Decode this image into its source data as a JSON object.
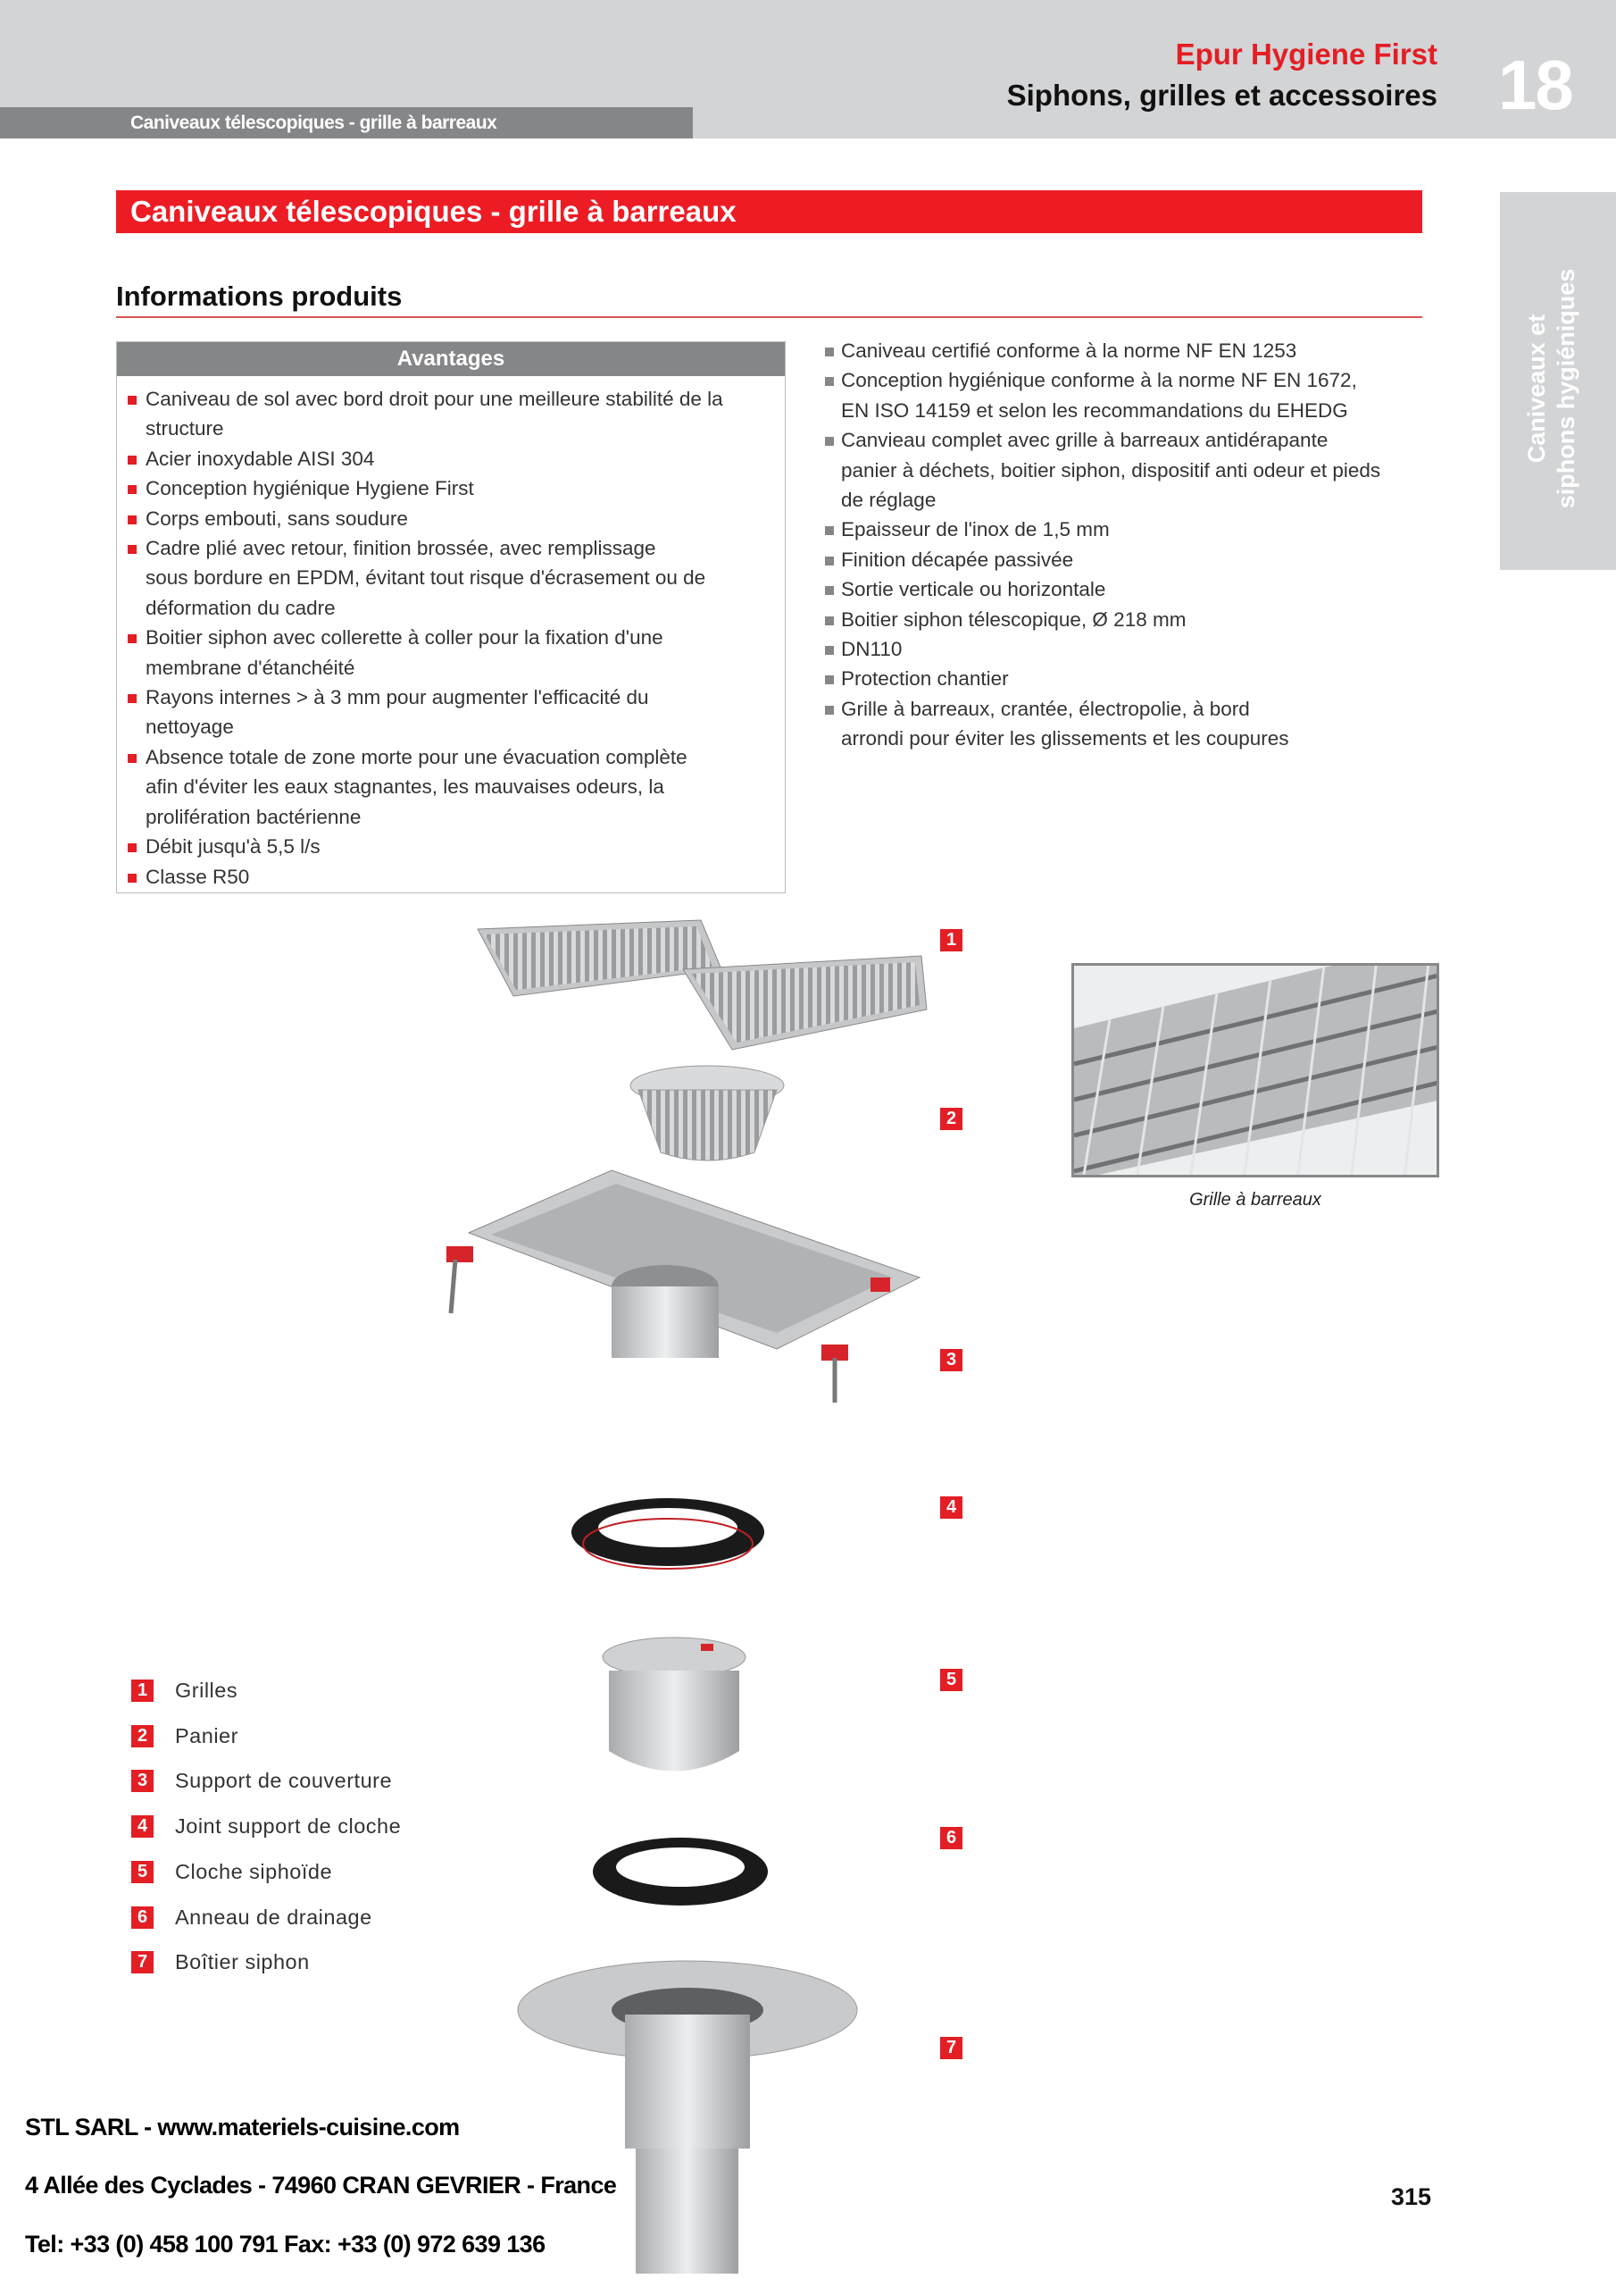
{
  "header": {
    "breadcrumb": "Caniveaux télescopiques - grille à barreaux",
    "brand": "Epur Hygiene First",
    "section": "Siphons, grilles et accessoires",
    "chapter_number": "18"
  },
  "side_tab": {
    "line1": "Caniveaux et",
    "line2": "siphons hygiéniques"
  },
  "title_bar": "Caniveaux télescopiques - grille à barreaux",
  "info_heading": "Informations produits",
  "advantages": {
    "heading": "Avantages",
    "items": [
      [
        "Caniveau de sol avec bord droit pour une meilleure stabilité de la",
        "structure"
      ],
      [
        "Acier inoxydable AISI 304"
      ],
      [
        "Conception hygiénique Hygiene First"
      ],
      [
        "Corps embouti, sans soudure"
      ],
      [
        "Cadre plié avec retour, finition brossée, avec remplissage",
        "sous bordure en EPDM, évitant tout risque d'écrasement ou de",
        "déformation du cadre"
      ],
      [
        "Boitier siphon avec collerette à coller pour la fixation d'une",
        "membrane d'étanchéité"
      ],
      [
        "Rayons internes > à 3 mm pour augmenter l'efficacité du",
        "nettoyage"
      ],
      [
        "Absence totale de zone morte pour une évacuation complète",
        "afin d'éviter les eaux stagnantes, les mauvaises odeurs, la",
        "prolifération bactérienne"
      ],
      [
        "Débit jusqu'à 5,5 l/s"
      ],
      [
        "Classe R50"
      ]
    ]
  },
  "features": [
    [
      "Caniveau certifié conforme à la norme NF EN 1253"
    ],
    [
      "Conception hygiénique conforme à la norme NF EN 1672,",
      "EN ISO 14159 et selon les recommandations du EHEDG"
    ],
    [
      "Canvieau complet avec grille à barreaux antidérapante",
      "panier à déchets, boitier siphon, dispositif anti odeur et pieds",
      "de réglage"
    ],
    [
      "Epaisseur de l'inox de 1,5 mm"
    ],
    [
      "Finition décapée passivée"
    ],
    [
      "Sortie verticale ou horizontale"
    ],
    [
      "Boitier siphon télescopique, Ø 218 mm"
    ],
    [
      "DN110"
    ],
    [
      "Protection chantier"
    ],
    [
      "Grille à barreaux, crantée, électropolie, à bord",
      "arrondi pour éviter les glissements et les coupures"
    ]
  ],
  "photo_caption": "Grille à barreaux",
  "legend": [
    {
      "num": "1",
      "label": "Grilles"
    },
    {
      "num": "2",
      "label": "Panier"
    },
    {
      "num": "3",
      "label": "Support de couverture"
    },
    {
      "num": "4",
      "label": "Joint support de cloche"
    },
    {
      "num": "5",
      "label": "Cloche siphoïde"
    },
    {
      "num": "6",
      "label": "Anneau de drainage"
    },
    {
      "num": "7",
      "label": "Boîtier siphon"
    }
  ],
  "footer": {
    "company": "STL SARL - www.materiels-cuisine.com",
    "address": "4 Allée des Cyclades - 74960 CRAN GEVRIER - France",
    "contact": "Tel: +33 (0) 458 100 791 Fax: +33 (0) 972 639 136"
  },
  "page_number": "315",
  "colors": {
    "accent": "#e31e24",
    "header_gray": "#d3d4d6",
    "bar_gray": "#858688"
  }
}
